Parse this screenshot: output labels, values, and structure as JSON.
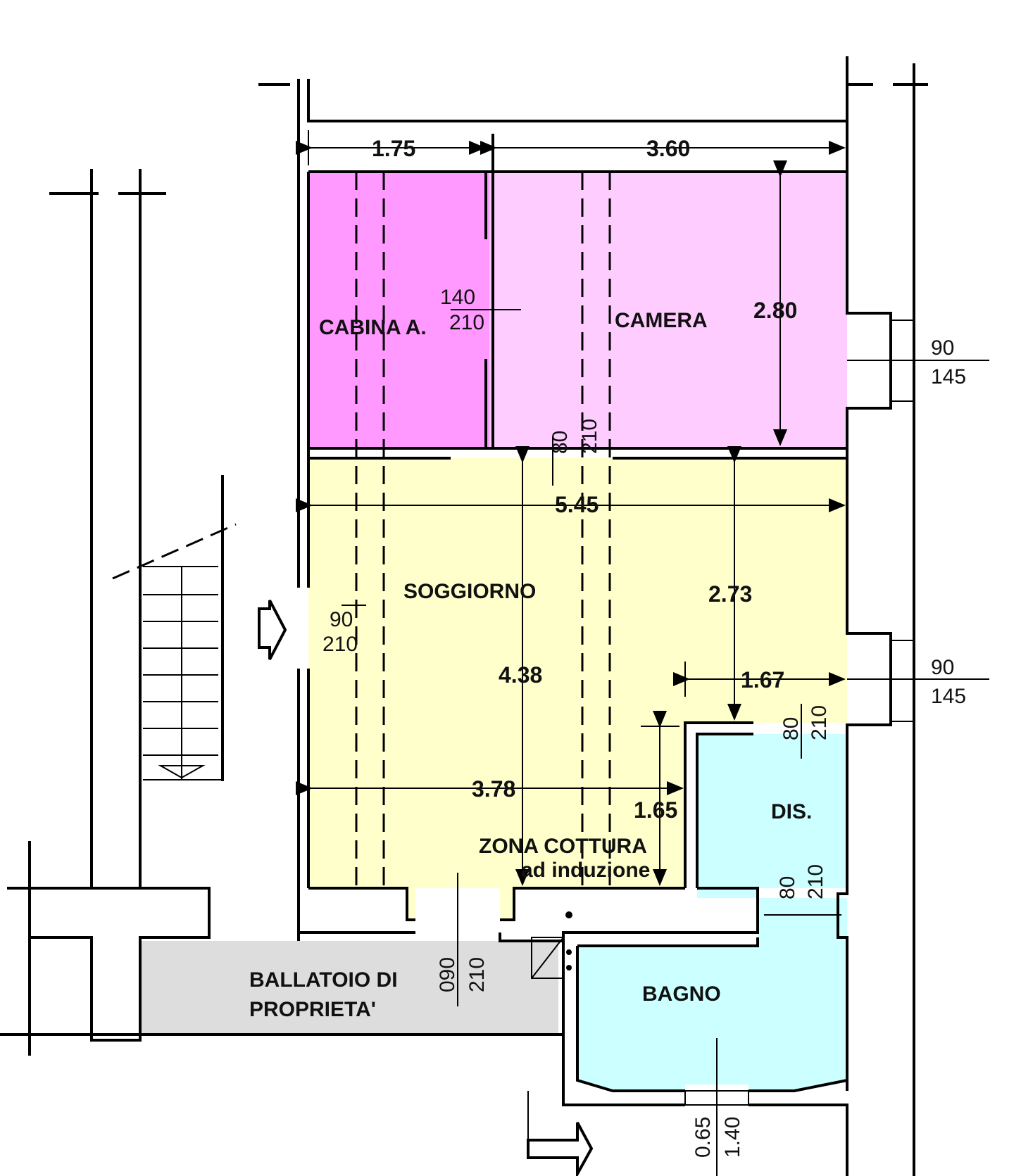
{
  "colors": {
    "cabina": "#ff99ff",
    "camera": "#ffccff",
    "soggiorno": "#ffffcc",
    "dis": "#ccffff",
    "bagno": "#ccffff",
    "ballatoio": "#dddddd"
  },
  "rooms": {
    "cabina": "CABINA A.",
    "camera": "CAMERA",
    "soggiorno": "SOGGIORNO",
    "zona_cottura_1": "ZONA COTTURA",
    "zona_cottura_2": "ad induzione",
    "dis": "DIS.",
    "bagno": "BAGNO",
    "ballatoio_1": "BALLATOIO DI",
    "ballatoio_2": "PROPRIETA'"
  },
  "dimensions": {
    "cabina_width": "1.75",
    "camera_width": "3.60",
    "camera_depth": "2.80",
    "soggiorno_width": "5.45",
    "soggiorno_depth": "4.38",
    "soggiorno_right_depth": "2.73",
    "dis_width": "1.67",
    "cottura_width": "3.78",
    "cottura_depth": "1.65"
  },
  "openings": {
    "cabina_door": [
      "140",
      "210"
    ],
    "camera_door": [
      "80",
      "210"
    ],
    "camera_window": [
      "90",
      "145"
    ],
    "entry_door": [
      "90",
      "210"
    ],
    "soggiorno_window": [
      "90",
      "145"
    ],
    "dis_door": [
      "80",
      "210"
    ],
    "bagno_door": [
      "80",
      "210"
    ],
    "ballatoio_door": [
      "090",
      "210"
    ],
    "bagno_window": [
      "0.65",
      "1.40"
    ]
  }
}
